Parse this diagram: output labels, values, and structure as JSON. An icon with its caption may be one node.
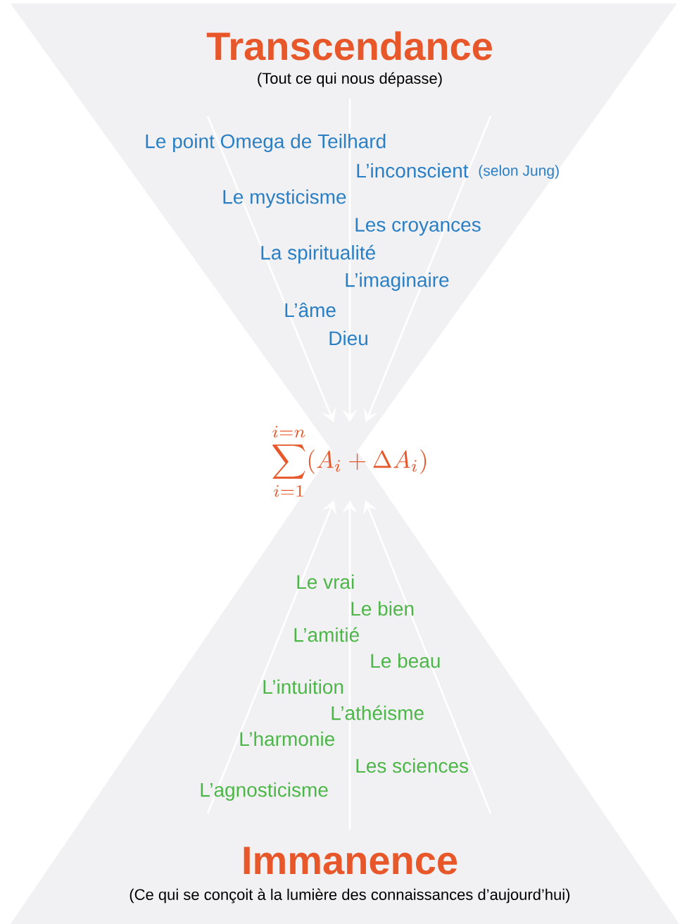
{
  "diagram": {
    "nodes": [
      {
        "text": [
          "Transcendance",
          "(Tout ce qui nous dépasse)"
        ]
      },
      {
        "text": [
          "\\sum_{i=1}^{i=n}(A_i + \\Delta A_i)"
        ]
      },
      {
        "text": [
          "Immanence",
          "(Ce qui se conçoit à la lumière des connaissances d’aujourd’hui)"
        ]
      }
    ],
    "edges": [
      {
        "from": 0,
        "to": 1,
        "arrow": "to"
      },
      {
        "from": 0,
        "to": 1,
        "arrow": "to"
      },
      {
        "from": 0,
        "to": 1,
        "arrow": "to"
      },
      {
        "from": 2,
        "to": 1,
        "arrow": "to"
      },
      {
        "from": 2,
        "to": 1,
        "arrow": "to"
      },
      {
        "from": 2,
        "to": 1,
        "arrow": "to"
      }
    ],
    "labels": [
      "Le point Omega de Teilhard",
      "L’inconscient",
      "(selon Jung)",
      "Le mysticisme",
      "Les croyances",
      "La spiritualité",
      "L’imaginaire",
      "L’âme",
      "Dieu",
      "Le vrai",
      "Le bien",
      "L’amitié",
      "Le beau",
      "L’intuition",
      "L’athéisme",
      "L’harmonie",
      "Les sciences",
      "L’agnosticisme"
    ]
  }
}
